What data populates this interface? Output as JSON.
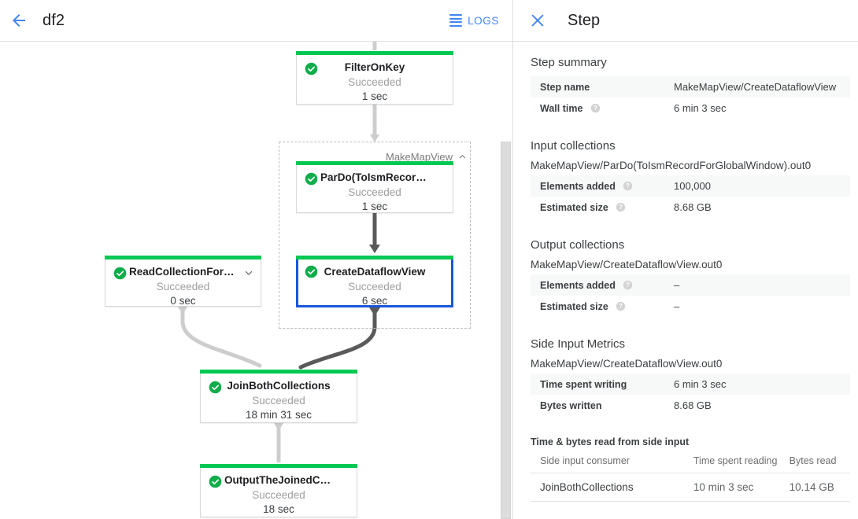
{
  "header": {
    "back_icon": "arrow-left-icon",
    "job_name": "df2",
    "logs_label": "LOGS",
    "logs_icon": "logs-lines-icon"
  },
  "graph": {
    "group": {
      "label": "MakeMapView",
      "collapse_icon": "chevron-up-icon"
    },
    "nodes": [
      {
        "id": "filter-on-key",
        "name": "FilterOnKey",
        "status": "Succeeded",
        "time": "1 sec",
        "status_icon": "check-circle-icon",
        "selected": false,
        "has_chevron": false
      },
      {
        "id": "pardo-to-ism-record",
        "name": "ParDo(ToIsmRecordFor…",
        "status": "Succeeded",
        "time": "1 sec",
        "status_icon": "check-circle-icon",
        "selected": false,
        "has_chevron": false
      },
      {
        "id": "create-dataflow-view",
        "name": "CreateDataflowView",
        "status": "Succeeded",
        "time": "6 sec",
        "status_icon": "check-circle-icon",
        "selected": true,
        "has_chevron": false
      },
      {
        "id": "read-collection-for-join",
        "name": "ReadCollectionForJoin",
        "status": "Succeeded",
        "time": "0 sec",
        "status_icon": "check-circle-icon",
        "selected": false,
        "has_chevron": true,
        "chevron_icon": "chevron-down-icon"
      },
      {
        "id": "join-both-collections",
        "name": "JoinBothCollections",
        "status": "Succeeded",
        "time": "18 min 31 sec",
        "status_icon": "check-circle-icon",
        "selected": false,
        "has_chevron": false
      },
      {
        "id": "output-the-joined-collection",
        "name": "OutputTheJoinedCollec…",
        "status": "Succeeded",
        "time": "18 sec",
        "status_icon": "check-circle-icon",
        "selected": false,
        "has_chevron": false
      }
    ],
    "colors": {
      "status_bar_green": "#00c853",
      "selected_border": "#1a56db",
      "edge_light": "#cdcdcd",
      "edge_dark": "#5a5a5a"
    }
  },
  "panel": {
    "close_icon": "close-icon",
    "title": "Step",
    "step_summary": {
      "title": "Step summary",
      "rows": [
        {
          "key": "Step name",
          "value": "MakeMapView/CreateDataflowView",
          "help": false
        },
        {
          "key": "Wall time",
          "value": "6 min 3 sec",
          "help": true
        }
      ]
    },
    "input_collections": {
      "title": "Input collections",
      "collection": "MakeMapView/ParDo(ToIsmRecordForGlobalWindow).out0",
      "rows": [
        {
          "key": "Elements added",
          "value": "100,000",
          "help": true
        },
        {
          "key": "Estimated size",
          "value": "8.68 GB",
          "help": true
        }
      ]
    },
    "output_collections": {
      "title": "Output collections",
      "collection": "MakeMapView/CreateDataflowView.out0",
      "rows": [
        {
          "key": "Elements added",
          "value": "–",
          "help": true
        },
        {
          "key": "Estimated size",
          "value": "–",
          "help": true
        }
      ]
    },
    "side_input_metrics": {
      "title": "Side Input Metrics",
      "collection": "MakeMapView/CreateDataflowView.out0",
      "rows": [
        {
          "key": "Time spent writing",
          "value": "6 min 3 sec",
          "help": false
        },
        {
          "key": "Bytes written",
          "value": "8.68 GB",
          "help": false
        }
      ]
    },
    "side_input_reads": {
      "title": "Time & bytes read from side input",
      "columns": [
        "Side input consumer",
        "Time spent reading",
        "Bytes read"
      ],
      "rows": [
        {
          "consumer": "JoinBothCollections",
          "time": "10 min 3 sec",
          "bytes": "10.14 GB"
        }
      ]
    }
  }
}
